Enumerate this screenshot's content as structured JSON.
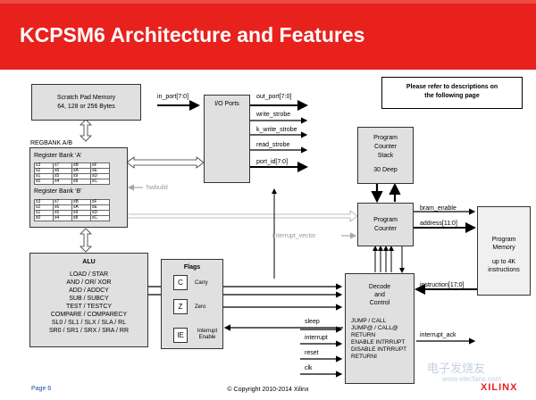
{
  "slide": {
    "title": "KCPSM6 Architecture and Features",
    "page": "Page 6",
    "copyright": "© Copyright 2010-2014 Xilinx",
    "logo": "XILINX",
    "watermark": "电子发烧友",
    "watermark_url": "www.elecfans.com"
  },
  "note": {
    "line1": "Please refer to descriptions on",
    "line2": "the following page"
  },
  "scratch": {
    "line1": "Scratch Pad Memory",
    "line2": "64, 128 or 256 Bytes"
  },
  "regbank": {
    "tag": "REGBANK A/B",
    "a_label": "Register Bank ‘A’",
    "b_label": "Register Bank ‘B’",
    "rows": [
      [
        "s3",
        "s7",
        "sB",
        "sF"
      ],
      [
        "s2",
        "s6",
        "sA",
        "sE"
      ],
      [
        "s1",
        "s5",
        "s9",
        "sD"
      ],
      [
        "s0",
        "s4",
        "s8",
        "sC"
      ]
    ]
  },
  "hwbuild": "hwbuild",
  "alu": {
    "title": "ALU",
    "lines": [
      "LOAD / STAR",
      "AND / OR/ XOR",
      "ADD / ADDCY",
      "SUB / SUBCY",
      "TEST / TESTCY",
      "COMPARE / COMPARECY",
      "SL0 / SL1 / SLX / SLA / RL",
      "SR0 / SR1 / SRX / SRA / RR"
    ]
  },
  "flags": {
    "title": "Flags",
    "items": [
      {
        "letter": "C",
        "label": "Carry"
      },
      {
        "letter": "Z",
        "label": "Zero"
      },
      {
        "letter": "IE",
        "label": "Interrupt Enable"
      }
    ]
  },
  "io": {
    "title": "I/O Ports",
    "in_port": "in_port[7:0]",
    "out_port": "out_port[7:0]",
    "write_strobe": "write_strobe",
    "k_write_strobe": "k_write_strobe",
    "read_strobe": "read_strobe",
    "port_id": "port_id[7:0]"
  },
  "stack": {
    "line1": "Program",
    "line2": "Counter",
    "line3": "Stack",
    "depth": "30 Deep"
  },
  "pc": {
    "line1": "Program",
    "line2": "Counter"
  },
  "interrupt_vector": "interrupt_vector",
  "bram_enable": "bram_enable",
  "address": "address[11:0]",
  "instruction": "instruction[17:0]",
  "pm": {
    "line1": "Program",
    "line2": "Memory",
    "line3": "up to 4K",
    "line4": "instructions"
  },
  "decode": {
    "line1": "Decode",
    "line2": "and",
    "line3": "Control",
    "ops": [
      "JUMP / CALL",
      "JUMP@ / CALL@",
      "RETURN",
      "ENABLE INTRRUPT",
      "DISABLE INTRRUPT",
      "RETURNI"
    ]
  },
  "signals": {
    "sleep": "sleep",
    "interrupt": "interrupt",
    "reset": "reset",
    "clk": "clk",
    "interrupt_ack": "interrupt_ack"
  }
}
